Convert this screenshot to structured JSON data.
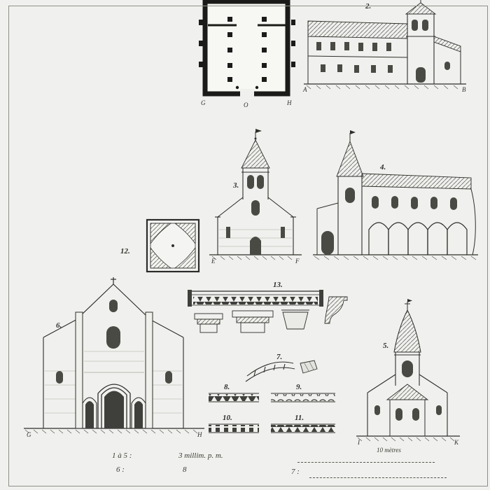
{
  "plate": {
    "background": "#f0f0ee",
    "ink": "#2e2e2a"
  },
  "figures": {
    "plan": {
      "letters": {
        "left": "G",
        "center": "O",
        "right": "H"
      }
    },
    "fig2": {
      "label": "2.",
      "letters": {
        "left": "A",
        "right": "B"
      }
    },
    "fig3": {
      "label": "3.",
      "letters": {
        "left": "E",
        "right": "F"
      }
    },
    "fig4": {
      "label": "4."
    },
    "fig5": {
      "label": "5.",
      "letters": {
        "left": "I",
        "right": "K"
      }
    },
    "fig6": {
      "label": "6.",
      "letters": {
        "left": "G",
        "right": "H"
      }
    },
    "fig7": {
      "label": "7."
    },
    "fig8": {
      "label": "8."
    },
    "fig9": {
      "label": "9."
    },
    "fig10": {
      "label": "10."
    },
    "fig11": {
      "label": "11."
    },
    "fig12": {
      "label": "12."
    },
    "fig13": {
      "label": "13."
    }
  },
  "scale_notes": {
    "row1_figures": "1 à 5 :",
    "row1_scale": "3 millim. p. m.",
    "row2_figures": "6 :",
    "row2_scale": "8",
    "row3_figures": "7 :",
    "bar_unit": "10 mètres"
  }
}
